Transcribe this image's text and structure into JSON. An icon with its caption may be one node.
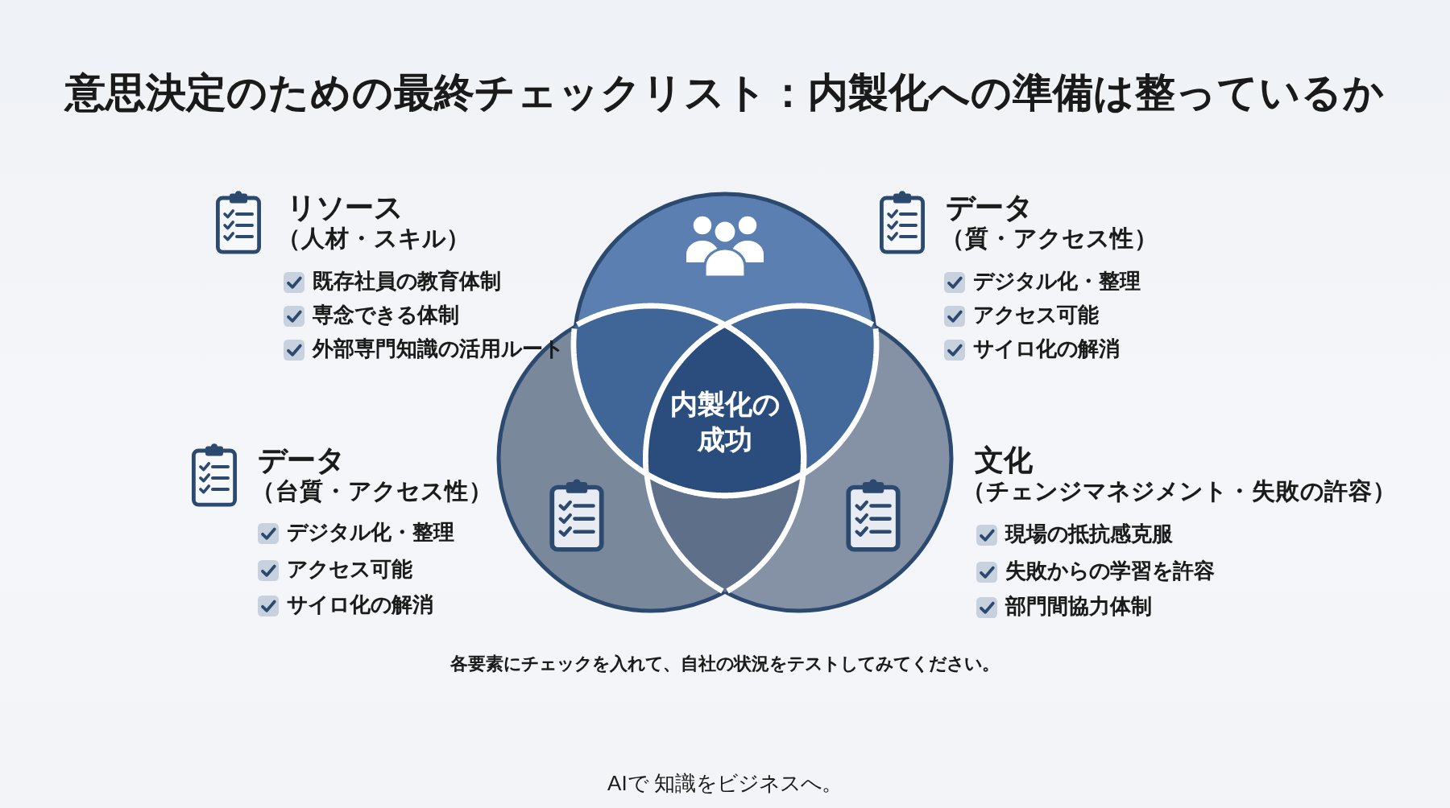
{
  "diagram": {
    "title": "意思決定のための最終チェックリスト：内製化への準備は整っているか",
    "nodes": [
      {
        "text": [
          "内製化の成功"
        ]
      }
    ],
    "labels": [
      "リソース",
      "（人材・スキル）",
      "既存社員の教育体制",
      "専念できる体制",
      "外部専門知識の活用ルート",
      "データ",
      "（質・アクセス性）",
      "デジタル化・整理",
      "アクセス可能",
      "サイロ化の解消",
      "データ",
      "（台質・アクセス性）",
      "デジタル化・整理",
      "アクセス可能",
      "サイロ化の解消",
      "文化",
      "（チェンジマネジメント・失敗の許容）",
      "現場の抵抗感克服",
      "失敗からの学習を許容",
      "部門間協力体制",
      "各要素にチェックを入れて、自社の状況をテストしてみてください。",
      "AIで 知識をビジネスへ。"
    ]
  }
}
